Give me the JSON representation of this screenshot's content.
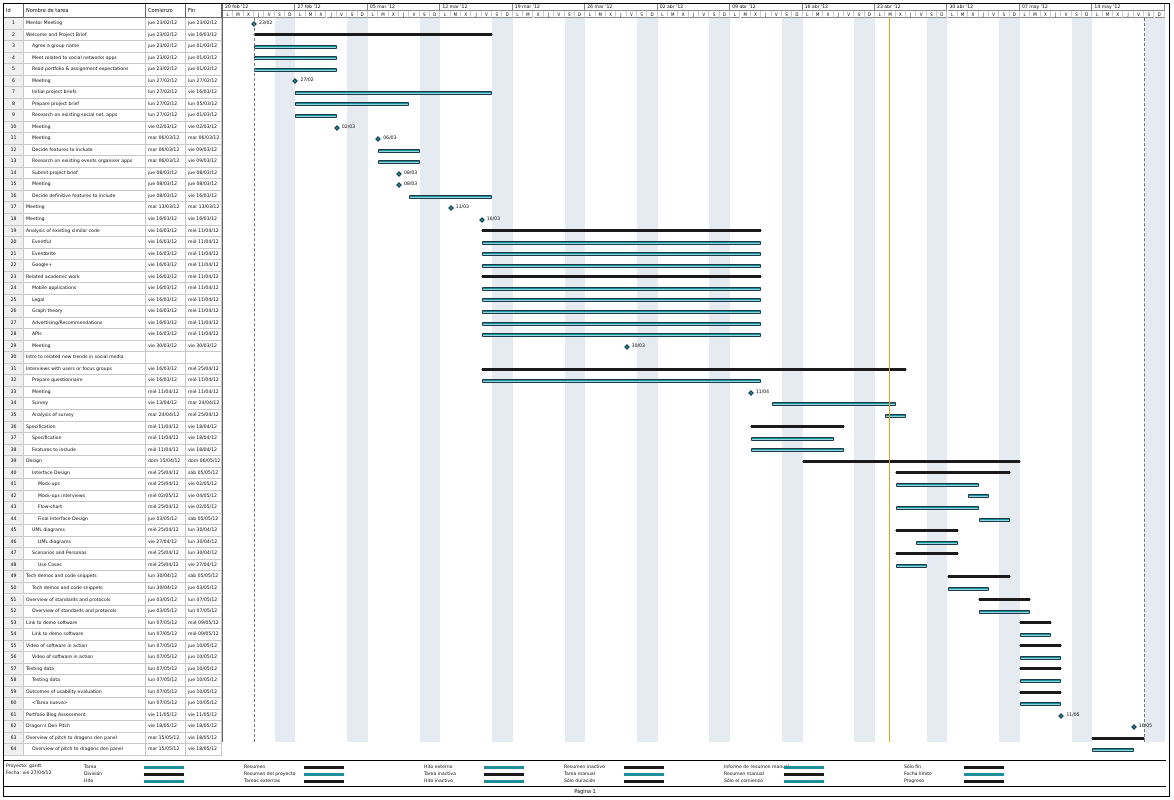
{
  "header": {
    "id": "Id",
    "name": "Nombre de tarea",
    "start": "Comienzo",
    "end": "Fin"
  },
  "weeks": [
    "20 feb '12",
    "27 feb '12",
    "05 mar '12",
    "12 mar '12",
    "19 mar '12",
    "26 mar '12",
    "02 abr '12",
    "09 abr '12",
    "16 abr '12",
    "23 abr '12",
    "30 abr '12",
    "07 may '12",
    "14 may '12"
  ],
  "day_letters": [
    "L",
    "M",
    "X",
    "J",
    "V",
    "S",
    "D"
  ],
  "tasks": [
    {
      "id": "1",
      "name": "Mentor Meeting",
      "start": "jue 23/02/12",
      "end": "jue 23/02/12",
      "indent": 0,
      "type": "ms",
      "s": 3,
      "label": "23/02"
    },
    {
      "id": "2",
      "name": "Welcome and Project Brief",
      "start": "jue 23/02/12",
      "end": "vie 16/03/12",
      "indent": 0,
      "type": "sum",
      "s": 3,
      "e": 26
    },
    {
      "id": "3",
      "name": "Agree a group name",
      "start": "jue 23/02/12",
      "end": "jue 01/03/12",
      "indent": 1,
      "type": "task",
      "s": 3,
      "e": 11
    },
    {
      "id": "4",
      "name": "Meet related to social networks apps",
      "start": "jue 23/02/12",
      "end": "jue 01/03/12",
      "indent": 1,
      "type": "task",
      "s": 3,
      "e": 11
    },
    {
      "id": "5",
      "name": "Read portfolio & assignment expectations",
      "start": "jue 23/02/12",
      "end": "jue 01/03/12",
      "indent": 1,
      "type": "task",
      "s": 3,
      "e": 11
    },
    {
      "id": "6",
      "name": "Meeting",
      "start": "lun 27/02/12",
      "end": "lun 27/02/12",
      "indent": 1,
      "type": "ms",
      "s": 7,
      "label": "27/02"
    },
    {
      "id": "7",
      "name": "Initial project briefs",
      "start": "lun 27/02/12",
      "end": "vie 16/03/12",
      "indent": 1,
      "type": "task",
      "s": 7,
      "e": 26
    },
    {
      "id": "8",
      "name": "Prepare project brief",
      "start": "lun 27/02/12",
      "end": "lun 05/03/12",
      "indent": 1,
      "type": "task",
      "s": 7,
      "e": 18
    },
    {
      "id": "9",
      "name": "Research on existing social net. apps",
      "start": "lun 27/02/12",
      "end": "jue 01/03/12",
      "indent": 1,
      "type": "task",
      "s": 7,
      "e": 11
    },
    {
      "id": "10",
      "name": "Meeting",
      "start": "vie 02/03/12",
      "end": "vie 02/03/12",
      "indent": 1,
      "type": "ms",
      "s": 11,
      "label": "02/03"
    },
    {
      "id": "11",
      "name": "Meeting",
      "start": "mar 06/03/12",
      "end": "mar 06/03/12",
      "indent": 1,
      "type": "ms",
      "s": 15,
      "label": "06/03"
    },
    {
      "id": "12",
      "name": "Decide features to include",
      "start": "mar 06/03/12",
      "end": "vie 09/03/12",
      "indent": 1,
      "type": "task",
      "s": 15,
      "e": 19
    },
    {
      "id": "13",
      "name": "Research on existing events organiser apps",
      "start": "mar 06/03/12",
      "end": "vie 09/03/12",
      "indent": 1,
      "type": "task",
      "s": 15,
      "e": 19
    },
    {
      "id": "14",
      "name": "Submit project brief",
      "start": "jue 08/03/12",
      "end": "jue 08/03/12",
      "indent": 1,
      "type": "ms",
      "s": 17,
      "label": "08/03"
    },
    {
      "id": "15",
      "name": "Meeting",
      "start": "jue 08/03/12",
      "end": "jue 08/03/12",
      "indent": 1,
      "type": "ms",
      "s": 17,
      "label": "08/03"
    },
    {
      "id": "16",
      "name": "Decide definitive features to include",
      "start": "jue 08/03/12",
      "end": "vie 16/03/12",
      "indent": 1,
      "type": "task",
      "s": 18,
      "e": 26
    },
    {
      "id": "17",
      "name": "Meeting",
      "start": "mar 13/03/12",
      "end": "mar 13/03/12",
      "indent": 0,
      "type": "ms",
      "s": 22,
      "label": "13/03"
    },
    {
      "id": "18",
      "name": "Meeting",
      "start": "vie 16/03/12",
      "end": "vie 16/03/12",
      "indent": 0,
      "type": "ms",
      "s": 25,
      "label": "16/03"
    },
    {
      "id": "19",
      "name": "Analysis of existing similar code",
      "start": "vie 16/03/12",
      "end": "mié 11/04/12",
      "indent": 0,
      "type": "sum",
      "s": 25,
      "e": 52
    },
    {
      "id": "20",
      "name": "Eventful",
      "start": "vie 16/03/12",
      "end": "mié 11/04/12",
      "indent": 1,
      "type": "task",
      "s": 25,
      "e": 52
    },
    {
      "id": "21",
      "name": "Eventbrite",
      "start": "vie 16/03/12",
      "end": "mié 11/04/12",
      "indent": 1,
      "type": "task",
      "s": 25,
      "e": 52
    },
    {
      "id": "22",
      "name": "Google+",
      "start": "vie 16/03/12",
      "end": "mié 11/04/12",
      "indent": 1,
      "type": "task",
      "s": 25,
      "e": 52
    },
    {
      "id": "23",
      "name": "Related academic work",
      "start": "vie 16/03/12",
      "end": "mié 11/04/12",
      "indent": 0,
      "type": "sum",
      "s": 25,
      "e": 52
    },
    {
      "id": "24",
      "name": "Mobile applications",
      "start": "vie 16/03/12",
      "end": "mié 11/04/12",
      "indent": 1,
      "type": "task",
      "s": 25,
      "e": 52
    },
    {
      "id": "25",
      "name": "Legal",
      "start": "vie 16/03/12",
      "end": "mié 11/04/12",
      "indent": 1,
      "type": "task",
      "s": 25,
      "e": 52
    },
    {
      "id": "26",
      "name": "Graph theory",
      "start": "vie 16/03/12",
      "end": "mié 11/04/12",
      "indent": 1,
      "type": "task",
      "s": 25,
      "e": 52
    },
    {
      "id": "27",
      "name": "Advertising/Recommendations",
      "start": "vie 16/03/12",
      "end": "mié 11/04/12",
      "indent": 1,
      "type": "task",
      "s": 25,
      "e": 52
    },
    {
      "id": "28",
      "name": "APIs",
      "start": "vie 16/03/12",
      "end": "mié 11/04/12",
      "indent": 1,
      "type": "task",
      "s": 25,
      "e": 52
    },
    {
      "id": "29",
      "name": "Meeting",
      "start": "vie 30/03/12",
      "end": "vie 30/03/12",
      "indent": 1,
      "type": "ms",
      "s": 39,
      "label": "30/03"
    },
    {
      "id": "30",
      "name": "Intro to related new trends in social media",
      "start": "",
      "end": "",
      "indent": 0,
      "type": "none"
    },
    {
      "id": "31",
      "name": "Interviews with users or focus groups",
      "start": "vie 16/03/12",
      "end": "mié 25/04/12",
      "indent": 0,
      "type": "sum",
      "s": 25,
      "e": 66
    },
    {
      "id": "32",
      "name": "Prepare questionnaire",
      "start": "vie 16/03/12",
      "end": "mié 11/04/12",
      "indent": 1,
      "type": "task",
      "s": 25,
      "e": 52
    },
    {
      "id": "33",
      "name": "Meeting",
      "start": "mié 11/04/12",
      "end": "mié 11/04/12",
      "indent": 1,
      "type": "ms",
      "s": 51,
      "label": "11/04"
    },
    {
      "id": "34",
      "name": "Survey",
      "start": "vie 13/04/12",
      "end": "mar 24/04/12",
      "indent": 1,
      "type": "task",
      "s": 53,
      "e": 65
    },
    {
      "id": "35",
      "name": "Analysis of survey",
      "start": "mar 24/04/12",
      "end": "mié 25/04/12",
      "indent": 1,
      "type": "task",
      "s": 64,
      "e": 66
    },
    {
      "id": "36",
      "name": "Specification",
      "start": "mié 11/04/12",
      "end": "vie 18/04/12",
      "indent": 0,
      "type": "sum",
      "s": 51,
      "e": 60
    },
    {
      "id": "37",
      "name": "Specification",
      "start": "mié 11/04/12",
      "end": "vie 18/04/12",
      "indent": 1,
      "type": "task",
      "s": 51,
      "e": 59
    },
    {
      "id": "38",
      "name": "Features to include",
      "start": "mié 11/04/12",
      "end": "vie 18/04/12",
      "indent": 1,
      "type": "task",
      "s": 51,
      "e": 60
    },
    {
      "id": "39",
      "name": "Design",
      "start": "dom 15/04/12",
      "end": "dom 06/05/12",
      "indent": 0,
      "type": "sum",
      "s": 56,
      "e": 77
    },
    {
      "id": "40",
      "name": "Interface Design",
      "start": "mié 25/04/12",
      "end": "sáb 05/05/12",
      "indent": 1,
      "type": "sum",
      "s": 65,
      "e": 76
    },
    {
      "id": "41",
      "name": "Mock-ups",
      "start": "mié 25/04/12",
      "end": "vie 02/05/12",
      "indent": 2,
      "type": "task",
      "s": 65,
      "e": 73
    },
    {
      "id": "42",
      "name": "Mock-ups interviews",
      "start": "mié 02/05/12",
      "end": "vie 04/05/12",
      "indent": 2,
      "type": "task",
      "s": 72,
      "e": 74
    },
    {
      "id": "43",
      "name": "Flow-chart",
      "start": "mié 25/04/12",
      "end": "vie 02/05/12",
      "indent": 2,
      "type": "task",
      "s": 65,
      "e": 73
    },
    {
      "id": "44",
      "name": "Final Interface Design",
      "start": "jue 03/05/12",
      "end": "sáb 05/05/12",
      "indent": 2,
      "type": "task",
      "s": 73,
      "e": 76
    },
    {
      "id": "45",
      "name": "UML diagrams",
      "start": "mié 25/04/12",
      "end": "lun 30/04/12",
      "indent": 1,
      "type": "sum",
      "s": 65,
      "e": 71
    },
    {
      "id": "46",
      "name": "UML diagrams",
      "start": "vie 27/04/12",
      "end": "lun 30/04/12",
      "indent": 2,
      "type": "task",
      "s": 67,
      "e": 71
    },
    {
      "id": "47",
      "name": "Scenarios and Personas",
      "start": "mié 25/04/12",
      "end": "lun 30/04/12",
      "indent": 1,
      "type": "sum",
      "s": 65,
      "e": 71
    },
    {
      "id": "48",
      "name": "Use Cases",
      "start": "mié 25/04/12",
      "end": "vie 27/04/12",
      "indent": 2,
      "type": "task",
      "s": 65,
      "e": 68
    },
    {
      "id": "49",
      "name": "Tech demos and code snippets",
      "start": "lun 30/04/12",
      "end": "sáb 05/05/12",
      "indent": 0,
      "type": "sum",
      "s": 70,
      "e": 76
    },
    {
      "id": "50",
      "name": "Tech demos and code snippets",
      "start": "lun 30/04/12",
      "end": "jue 03/05/12",
      "indent": 1,
      "type": "task",
      "s": 70,
      "e": 74
    },
    {
      "id": "51",
      "name": "Overview of standards and protocols",
      "start": "jue 03/05/12",
      "end": "lun 07/05/12",
      "indent": 0,
      "type": "sum",
      "s": 73,
      "e": 78
    },
    {
      "id": "52",
      "name": "Overview of standards and protocols",
      "start": "jue 03/05/12",
      "end": "lun 07/05/12",
      "indent": 1,
      "type": "task",
      "s": 73,
      "e": 78
    },
    {
      "id": "53",
      "name": "Link to demo software",
      "start": "lun 07/05/12",
      "end": "mié 09/05/12",
      "indent": 0,
      "type": "sum",
      "s": 77,
      "e": 80
    },
    {
      "id": "54",
      "name": "Link to demo software",
      "start": "lun 07/05/12",
      "end": "mié 09/05/12",
      "indent": 1,
      "type": "task",
      "s": 77,
      "e": 80
    },
    {
      "id": "55",
      "name": "Video of software in action",
      "start": "lun 07/05/12",
      "end": "jue 10/05/12",
      "indent": 0,
      "type": "sum",
      "s": 77,
      "e": 81
    },
    {
      "id": "56",
      "name": "Video of software in action",
      "start": "lun 07/05/12",
      "end": "jue 10/05/12",
      "indent": 1,
      "type": "task",
      "s": 77,
      "e": 81
    },
    {
      "id": "57",
      "name": "Testing data",
      "start": "lun 07/05/12",
      "end": "jue 10/05/12",
      "indent": 0,
      "type": "sum",
      "s": 77,
      "e": 81
    },
    {
      "id": "58",
      "name": "Testing data",
      "start": "lun 07/05/12",
      "end": "jue 10/05/12",
      "indent": 1,
      "type": "task",
      "s": 77,
      "e": 81
    },
    {
      "id": "59",
      "name": "Outcomes of usability evaluation",
      "start": "lun 07/05/12",
      "end": "jue 10/05/12",
      "indent": 0,
      "type": "sum",
      "s": 77,
      "e": 81
    },
    {
      "id": "60",
      "name": "<Tarea nueva>",
      "start": "lun 07/05/12",
      "end": "jue 10/05/12",
      "indent": 1,
      "type": "task",
      "s": 77,
      "e": 81
    },
    {
      "id": "61",
      "name": "Portfolio Blog Assessment",
      "start": "vie 11/05/12",
      "end": "vie 11/05/12",
      "indent": 0,
      "type": "ms",
      "s": 81,
      "label": "11/05"
    },
    {
      "id": "62",
      "name": "Dragon's Den Pitch",
      "start": "vie 18/05/12",
      "end": "vie 18/05/12",
      "indent": 0,
      "type": "ms",
      "s": 88,
      "label": "16/05"
    },
    {
      "id": "63",
      "name": "Overview of pitch to dragons den panel",
      "start": "mar 15/05/12",
      "end": "vie 18/05/12",
      "indent": 0,
      "type": "sum",
      "s": 84,
      "e": 89
    },
    {
      "id": "64",
      "name": "Overview of pitch to dragons den panel",
      "start": "mar 15/05/12",
      "end": "vie 18/05/12",
      "indent": 1,
      "type": "task",
      "s": 84,
      "e": 88
    }
  ],
  "today_day": 64.3,
  "legend": {
    "project": "Proyecto: gantt",
    "date": "Fecha: vie 27/04/12",
    "items": [
      {
        "label": "Tarea"
      },
      {
        "label": "División"
      },
      {
        "label": "Hito"
      },
      {
        "label": "Resumen"
      },
      {
        "label": "Resumen del proyecto"
      },
      {
        "label": "Tareas externas"
      },
      {
        "label": "Hito externo"
      },
      {
        "label": "Tarea inactiva"
      },
      {
        "label": "Hito inactivo"
      },
      {
        "label": "Resumen inactivo"
      },
      {
        "label": "Tarea manual"
      },
      {
        "label": "Sólo duración"
      },
      {
        "label": "Informe de resumen manual"
      },
      {
        "label": "Resumen manual"
      },
      {
        "label": "Sólo el comienzo"
      },
      {
        "label": "Sólo fin"
      },
      {
        "label": "Fecha límite"
      },
      {
        "label": "Progreso"
      }
    ]
  },
  "footer": "Página 1",
  "colors": {
    "task": "#1f8f99",
    "summary": "#1a1a1a",
    "weekend": "#e6ebf2",
    "today": "#e0a030"
  }
}
